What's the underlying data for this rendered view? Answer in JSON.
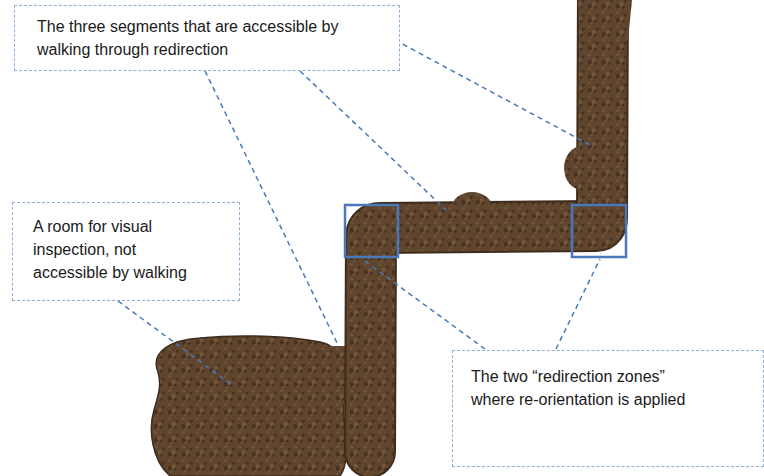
{
  "diagram": {
    "nodes": [
      {
        "text": [
          "The three segments that are accessible by walking through redirection"
        ]
      },
      {
        "text": [
          "A room for visual inspection, not accessible by walking"
        ]
      },
      {
        "text": [
          "The two “redirection zones” where re-orientation is applied"
        ]
      }
    ]
  }
}
